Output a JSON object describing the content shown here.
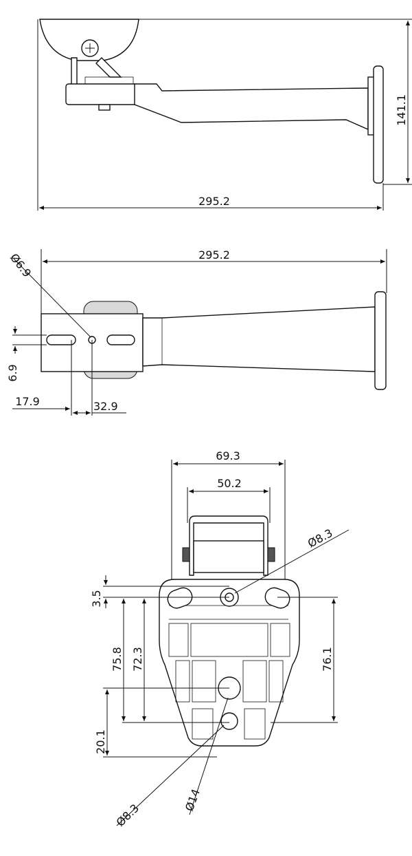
{
  "side_view": {
    "width_label": "295.2",
    "height_label": "141.1"
  },
  "top_view": {
    "width_label": "295.2",
    "hole_diameter_label": "Ø6.9",
    "slot_width_label": "6.9",
    "offset_a_label": "17.9",
    "offset_b_label": "32.9"
  },
  "base_view": {
    "outer_width_label": "69.3",
    "inner_width_label": "50.2",
    "hole_top_label": "Ø8.3",
    "hole_bottom_label": "Ø8.3",
    "hole_large_label": "Ø14",
    "dim_left_small_label": "3.5",
    "dim_left_mid_label": "75.8",
    "dim_left_inner_label": "72.3",
    "dim_left_bottom_label": "20.1",
    "dim_right_label": "76.1"
  },
  "colors": {
    "line": "#111111",
    "background": "#ffffff"
  }
}
